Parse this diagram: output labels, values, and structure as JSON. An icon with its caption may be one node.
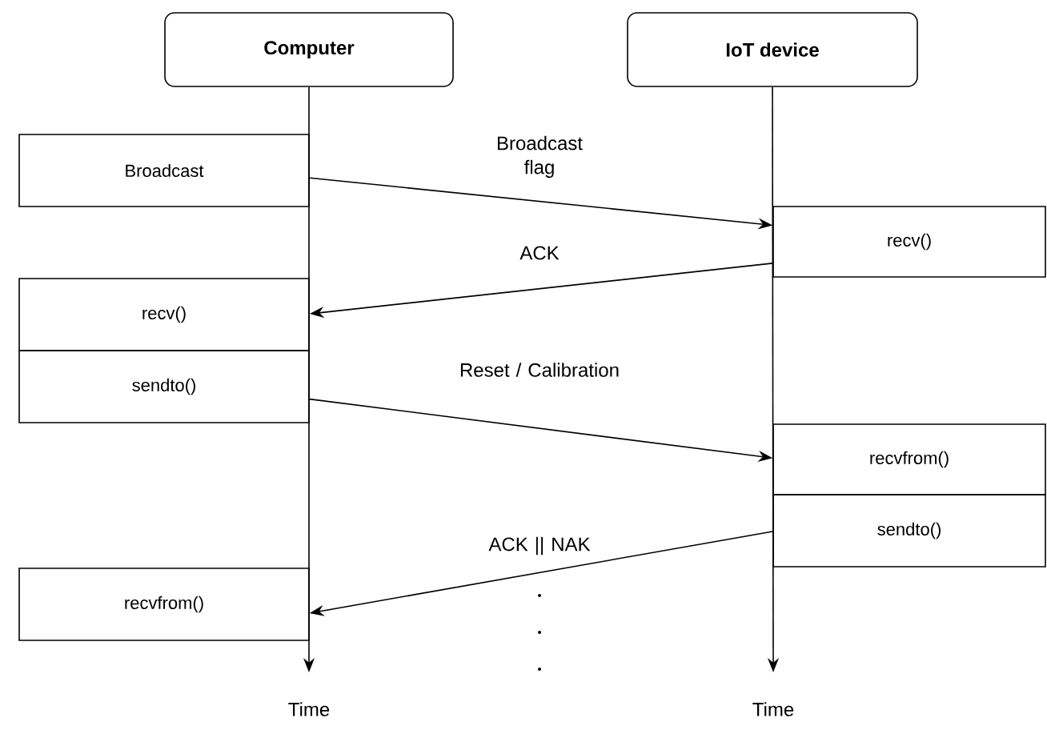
{
  "diagram": {
    "nodes": [
      {
        "text": [
          "Computer"
        ]
      },
      {
        "text": [
          "IoT device"
        ]
      },
      {
        "text": [
          "Broadcast"
        ]
      },
      {
        "text": [
          "recv()"
        ]
      },
      {
        "text": [
          "recv()"
        ]
      },
      {
        "text": [
          "sendto()"
        ]
      },
      {
        "text": [
          "recvfrom()"
        ]
      },
      {
        "text": [
          "sendto()"
        ]
      },
      {
        "text": [
          "recvfrom()"
        ]
      }
    ],
    "edges": [
      {
        "from": 2,
        "to": 3,
        "arrow": "to",
        "label": "Broadcast flag"
      },
      {
        "from": 3,
        "to": 4,
        "arrow": "to",
        "label": "ACK"
      },
      {
        "from": 5,
        "to": 6,
        "arrow": "to",
        "label": "Reset / Calibration"
      },
      {
        "from": 7,
        "to": 8,
        "arrow": "to",
        "label": "ACK || NAK"
      },
      {
        "from": 0,
        "to": null,
        "arrow": "to"
      },
      {
        "from": 1,
        "to": null,
        "arrow": "to"
      }
    ],
    "labels": [
      "Time",
      "Time"
    ]
  }
}
